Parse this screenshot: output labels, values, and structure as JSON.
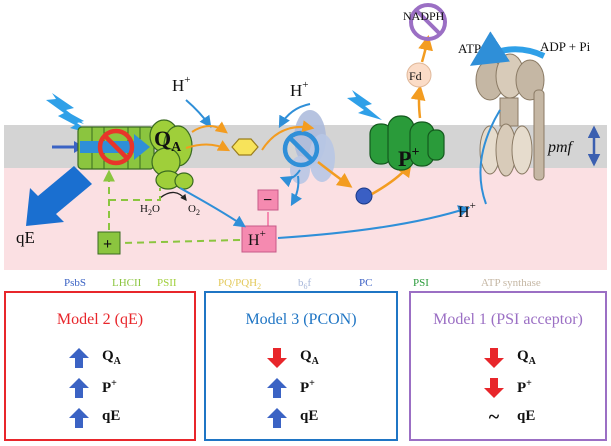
{
  "diagram": {
    "labels": {
      "qa": "Q",
      "qa_sub": "A",
      "p_plus": "P",
      "h_plus": "H",
      "plus_sup": "+",
      "h2o": "H",
      "h2o_sub": "2",
      "h2o_tail": "O",
      "o2": "O",
      "o2_sub": "2",
      "qe": "qE",
      "fd": "Fd",
      "nadph": "NADPH",
      "atp": "ATP",
      "adp_pi": "ADP + Pi",
      "pmf": "pmf",
      "plus_sign": "+",
      "minus_sign": "−"
    },
    "components": {
      "psbs": "PsbS",
      "lhcii": "LHCII",
      "psii": "PSII",
      "pq": "PQ/PQH",
      "pq_sub": "2",
      "b6f_b": "b",
      "b6f_sub": "6",
      "b6f_f": "f",
      "pc": "PC",
      "psi": "PSI",
      "atp_synthase": "ATP synthase"
    },
    "colors": {
      "membrane": "#d4d4d4",
      "lumen": "#fbe0e3",
      "psbs": "#3b63c4",
      "lhcii": "#8bc53f",
      "psii": "#9fcf3a",
      "pq": "#f2e39a",
      "b6f": "#a9b8da",
      "pc": "#3a5fc4",
      "psi": "#2a9b3a",
      "atp_synthase": "#c5b7a4",
      "blue_arrow": "#2f8fd8",
      "orange_arrow": "#f39c20",
      "red_prohibit": "#e8352a",
      "purple_prohibit": "#9b6fc4",
      "dashed_green": "#8bc53f"
    }
  },
  "models": [
    {
      "title": "Model 2 (qE)",
      "color": "#e8262b",
      "rows": [
        {
          "indicator": "up-arrow",
          "label": "Q",
          "sub": "A"
        },
        {
          "indicator": "up-arrow",
          "label": "P",
          "sup": "+"
        },
        {
          "indicator": "up-arrow",
          "label": "qE"
        }
      ]
    },
    {
      "title": "Model 3 (PCON)",
      "color": "#1f75c4",
      "rows": [
        {
          "indicator": "down-arrow-red",
          "label": "Q",
          "sub": "A"
        },
        {
          "indicator": "up-arrow",
          "label": "P",
          "sup": "+"
        },
        {
          "indicator": "up-arrow",
          "label": "qE"
        }
      ]
    },
    {
      "title": "Model 1 (PSI acceptor)",
      "color": "#9b6fc4",
      "rows": [
        {
          "indicator": "down-arrow-red",
          "label": "Q",
          "sub": "A"
        },
        {
          "indicator": "down-arrow-red",
          "label": "P",
          "sup": "+"
        },
        {
          "indicator": "tilde",
          "tilde": "~",
          "label": "qE"
        }
      ]
    }
  ]
}
